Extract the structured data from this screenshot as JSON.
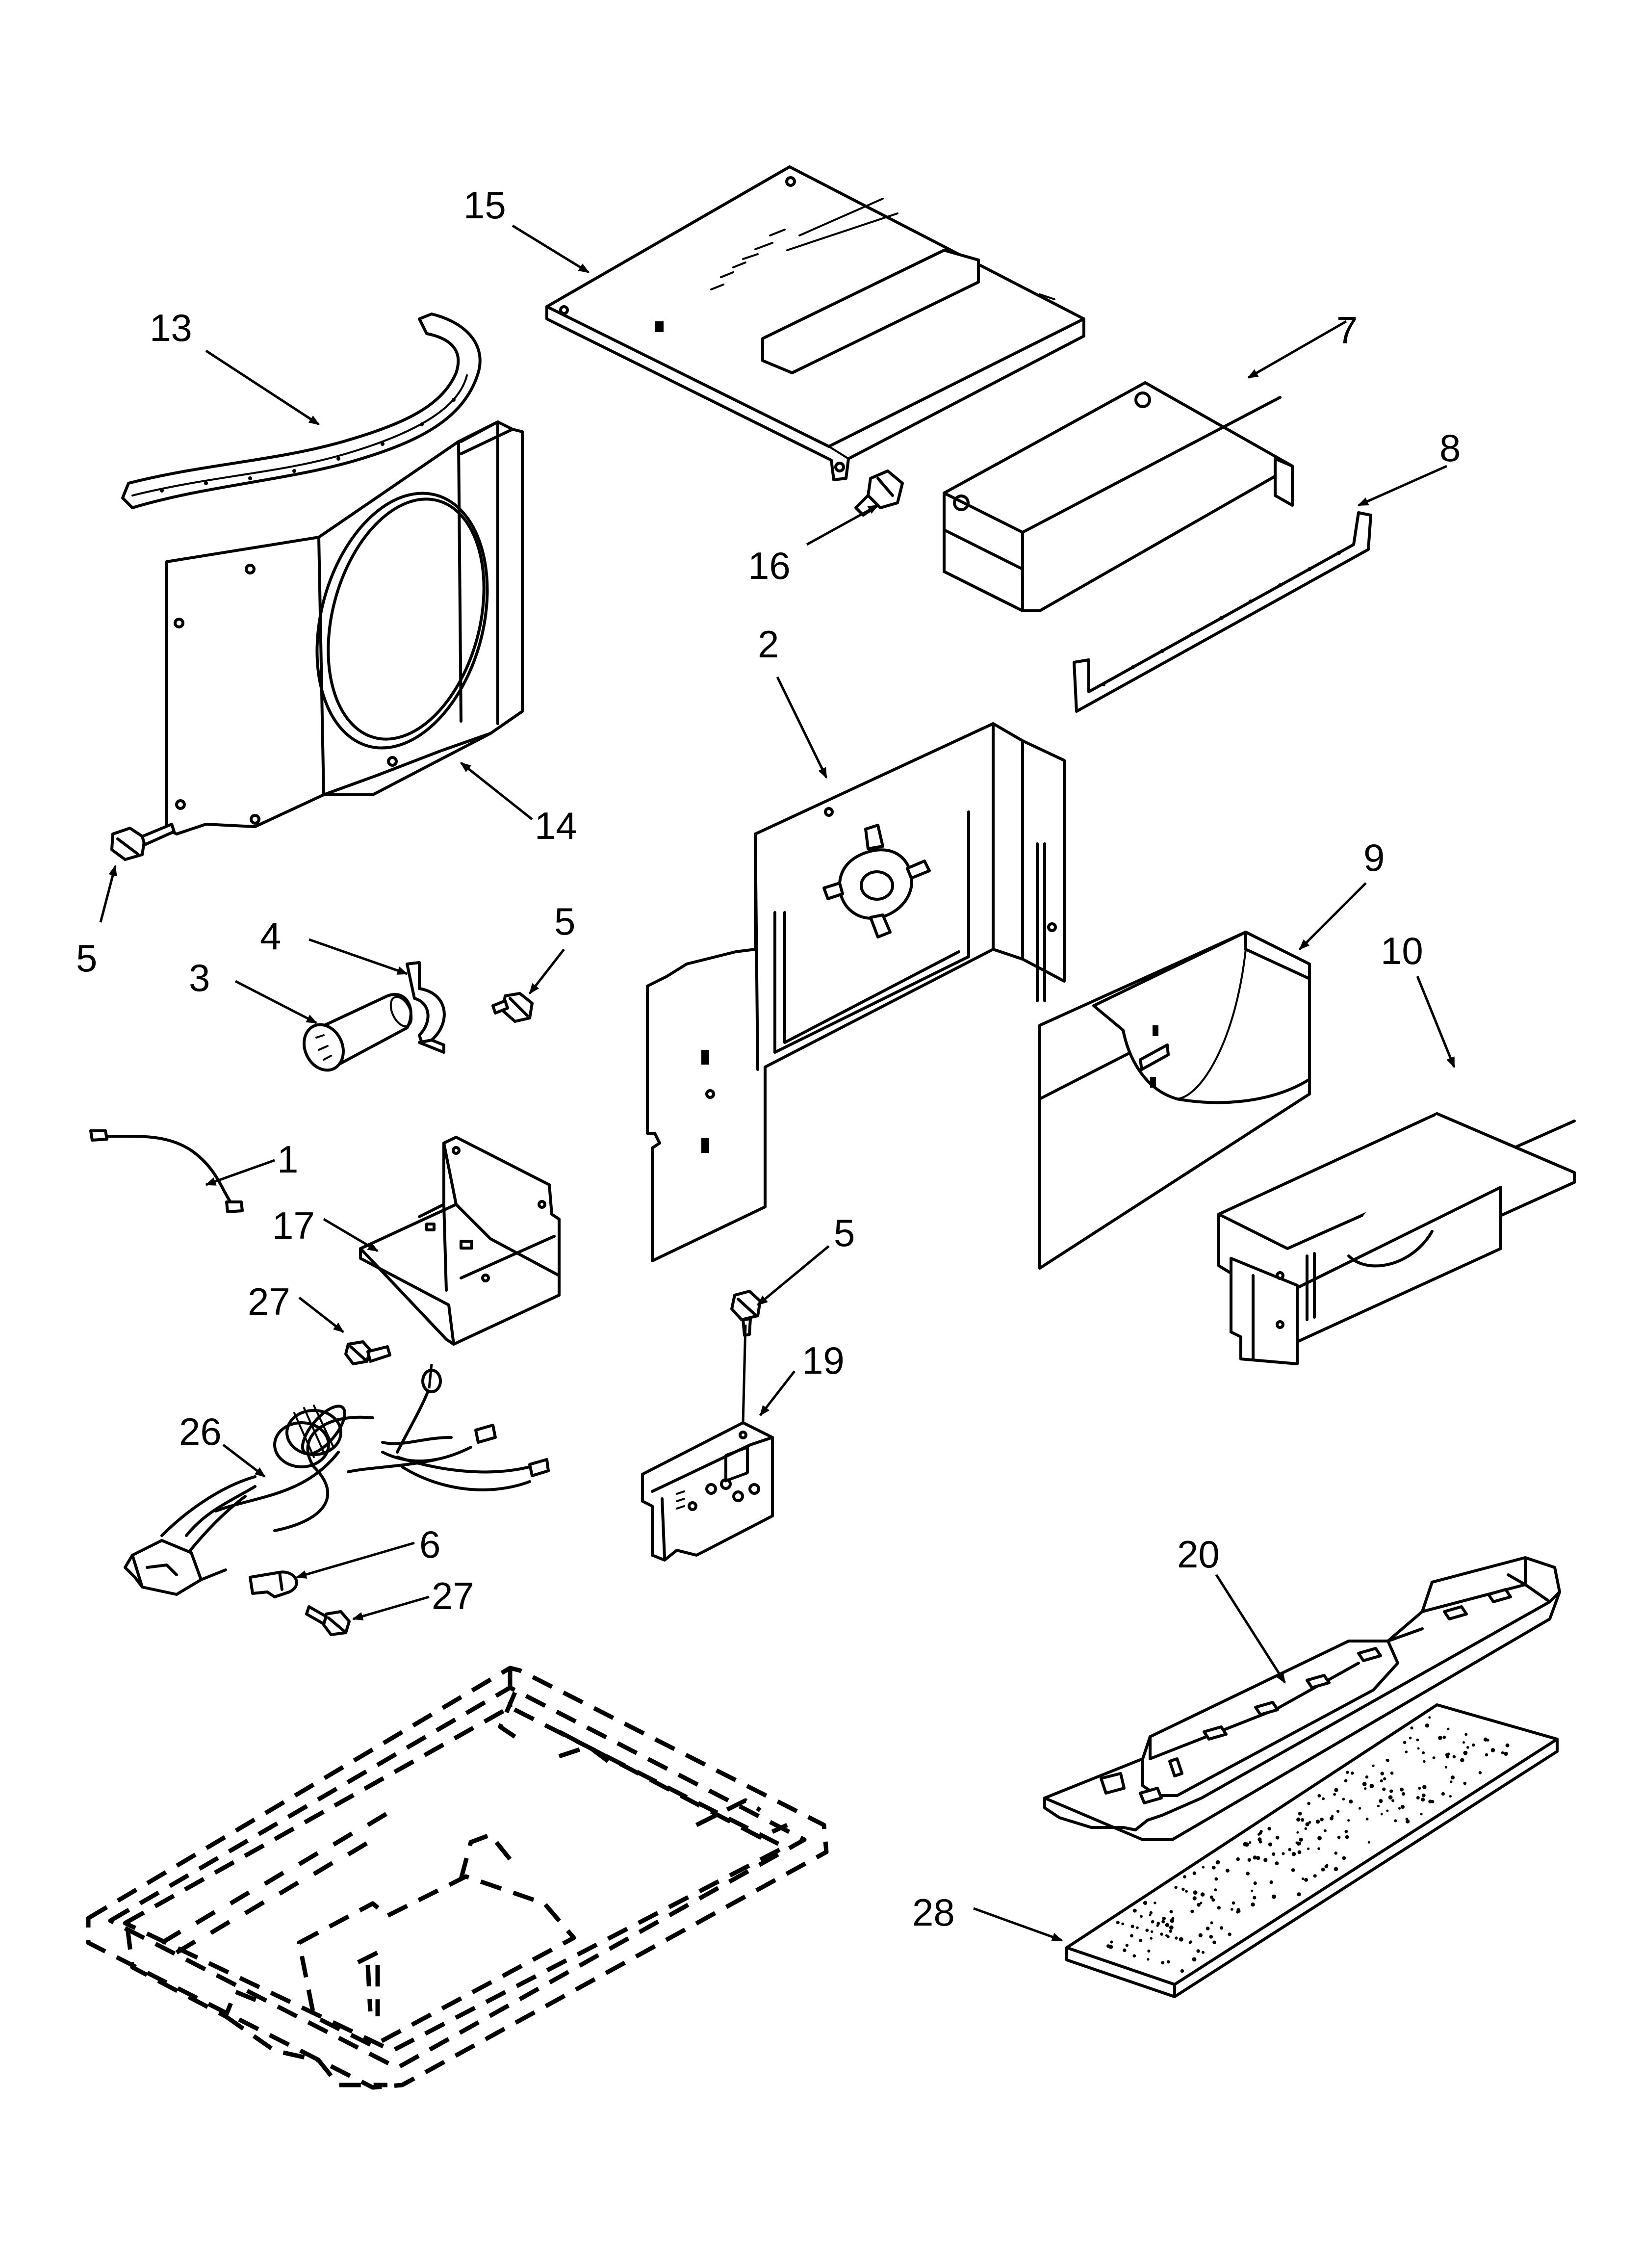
{
  "callouts": [
    {
      "id": "c15",
      "label": "15"
    },
    {
      "id": "c13",
      "label": "13"
    },
    {
      "id": "c7",
      "label": "7"
    },
    {
      "id": "c8",
      "label": "8"
    },
    {
      "id": "c16",
      "label": "16"
    },
    {
      "id": "c2",
      "label": "2"
    },
    {
      "id": "c14",
      "label": "14"
    },
    {
      "id": "c5a",
      "label": "5"
    },
    {
      "id": "c4",
      "label": "4"
    },
    {
      "id": "c5b",
      "label": "5"
    },
    {
      "id": "c3",
      "label": "3"
    },
    {
      "id": "c9",
      "label": "9"
    },
    {
      "id": "c10",
      "label": "10"
    },
    {
      "id": "c1",
      "label": "1"
    },
    {
      "id": "c17",
      "label": "17"
    },
    {
      "id": "c5c",
      "label": "5"
    },
    {
      "id": "c27a",
      "label": "27"
    },
    {
      "id": "c19",
      "label": "19"
    },
    {
      "id": "c26",
      "label": "26"
    },
    {
      "id": "c6",
      "label": "6"
    },
    {
      "id": "c27b",
      "label": "27"
    },
    {
      "id": "c20",
      "label": "20"
    },
    {
      "id": "c28",
      "label": "28"
    }
  ]
}
